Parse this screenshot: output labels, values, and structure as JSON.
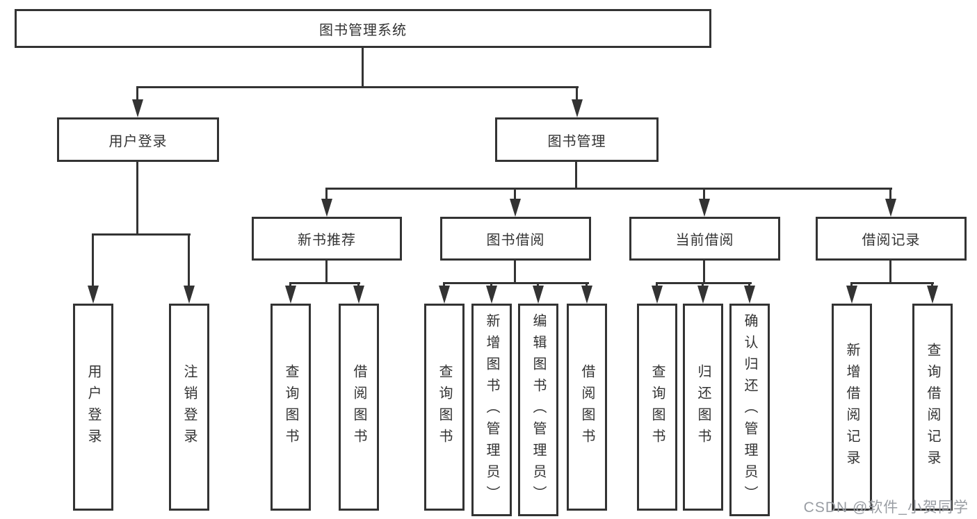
{
  "nodes": {
    "root": "图书管理系统",
    "level2": [
      "用户登录",
      "图书管理"
    ],
    "level3": [
      "新书推荐",
      "图书借阅",
      "当前借阅",
      "借阅记录"
    ],
    "login_children": [
      "用户登录",
      "注销登录"
    ],
    "newbook_children": [
      "查询图书",
      "借阅图书"
    ],
    "bookborrow_children": [
      "查询图书",
      "新增图书（管理员）",
      "编辑图书（管理员）",
      "借阅图书"
    ],
    "current_children": [
      "查询图书",
      "归还图书",
      "确认归还（管理员）"
    ],
    "records_children": [
      "新增借阅记录",
      "查询借阅记录"
    ]
  },
  "watermark": "CSDN @软件_小贺同学",
  "colors": {
    "line": "#333333",
    "text": "#333333",
    "watermark": "#999da3",
    "background": "#ffffff"
  }
}
